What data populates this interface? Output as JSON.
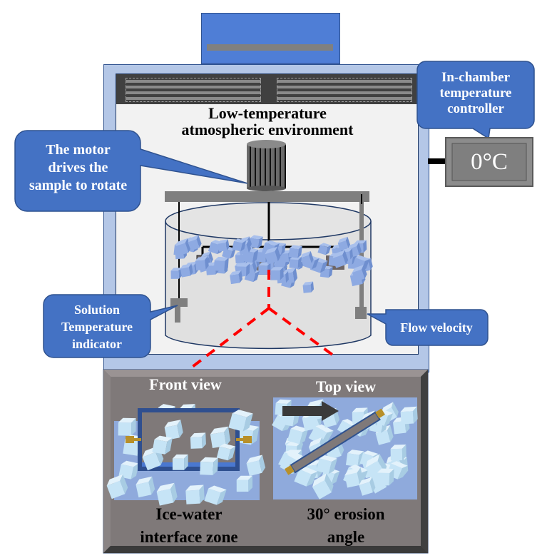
{
  "diagram": {
    "chamber_title_line1": "Low-temperature",
    "chamber_title_line2": "atmospheric environment",
    "callouts": {
      "controller": [
        "In-chamber",
        "temperature",
        "controller"
      ],
      "motor": [
        "The motor",
        "drives the",
        "sample to rotate"
      ],
      "solution_temp": [
        "Solution",
        "Temperature",
        "indicator"
      ],
      "flow": [
        "Flow velocity"
      ]
    },
    "controller_display": "0°C",
    "views": {
      "front": {
        "title": "Front view",
        "caption_line1": "Ice-water",
        "caption_line2": "interface zone"
      },
      "top": {
        "title": "Top view",
        "caption_line1": "30° erosion",
        "caption_line2": "angle"
      }
    },
    "colors": {
      "callout_fill": "#4472c4",
      "callout_stroke": "#2f528f",
      "chamber_frame": "#b4c7e7",
      "chamber_inner": "#f2f2f2",
      "panel_gray": "#7f7979",
      "ice_blue": "#8faadc",
      "dashed_red": "#ff0000",
      "display_gray": "#7f7f7f"
    }
  }
}
